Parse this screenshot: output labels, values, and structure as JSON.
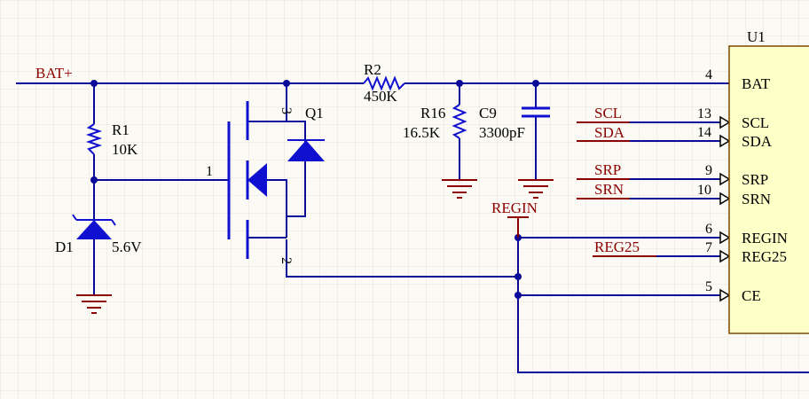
{
  "colors": {
    "background": "#fbfaf4",
    "grid": "#e7e4da",
    "wire": "#0a0a9a",
    "component": "#1010d0",
    "net_label": "#8b0000",
    "power_port": "#8b0000",
    "ic_fill": "#ffffc8",
    "ic_border": "#7a4a00",
    "text": "#000000"
  },
  "nets": {
    "bat": "BAT+",
    "regin": "REGIN",
    "scl": "SCL",
    "sda": "SDA",
    "srp": "SRP",
    "srn": "SRN",
    "reg25": "REG25"
  },
  "components": {
    "r1": {
      "ref": "R1",
      "value": "10K"
    },
    "r2": {
      "ref": "R2",
      "value": "450K"
    },
    "r16": {
      "ref": "R16",
      "value": "16.5K"
    },
    "c9": {
      "ref": "C9",
      "value": "3300pF"
    },
    "d1": {
      "ref": "D1",
      "value": "5.6V"
    },
    "q1": {
      "ref": "Q1",
      "pin_gate": "1",
      "pin_source": "2",
      "pin_drain": "3"
    },
    "u1": {
      "ref": "U1",
      "pins": [
        {
          "num": "4",
          "name": "BAT"
        },
        {
          "num": "13",
          "name": "SCL"
        },
        {
          "num": "14",
          "name": "SDA"
        },
        {
          "num": "9",
          "name": "SRP"
        },
        {
          "num": "10",
          "name": "SRN"
        },
        {
          "num": "6",
          "name": "REGIN"
        },
        {
          "num": "7",
          "name": "REG25"
        },
        {
          "num": "5",
          "name": "CE"
        }
      ]
    }
  }
}
